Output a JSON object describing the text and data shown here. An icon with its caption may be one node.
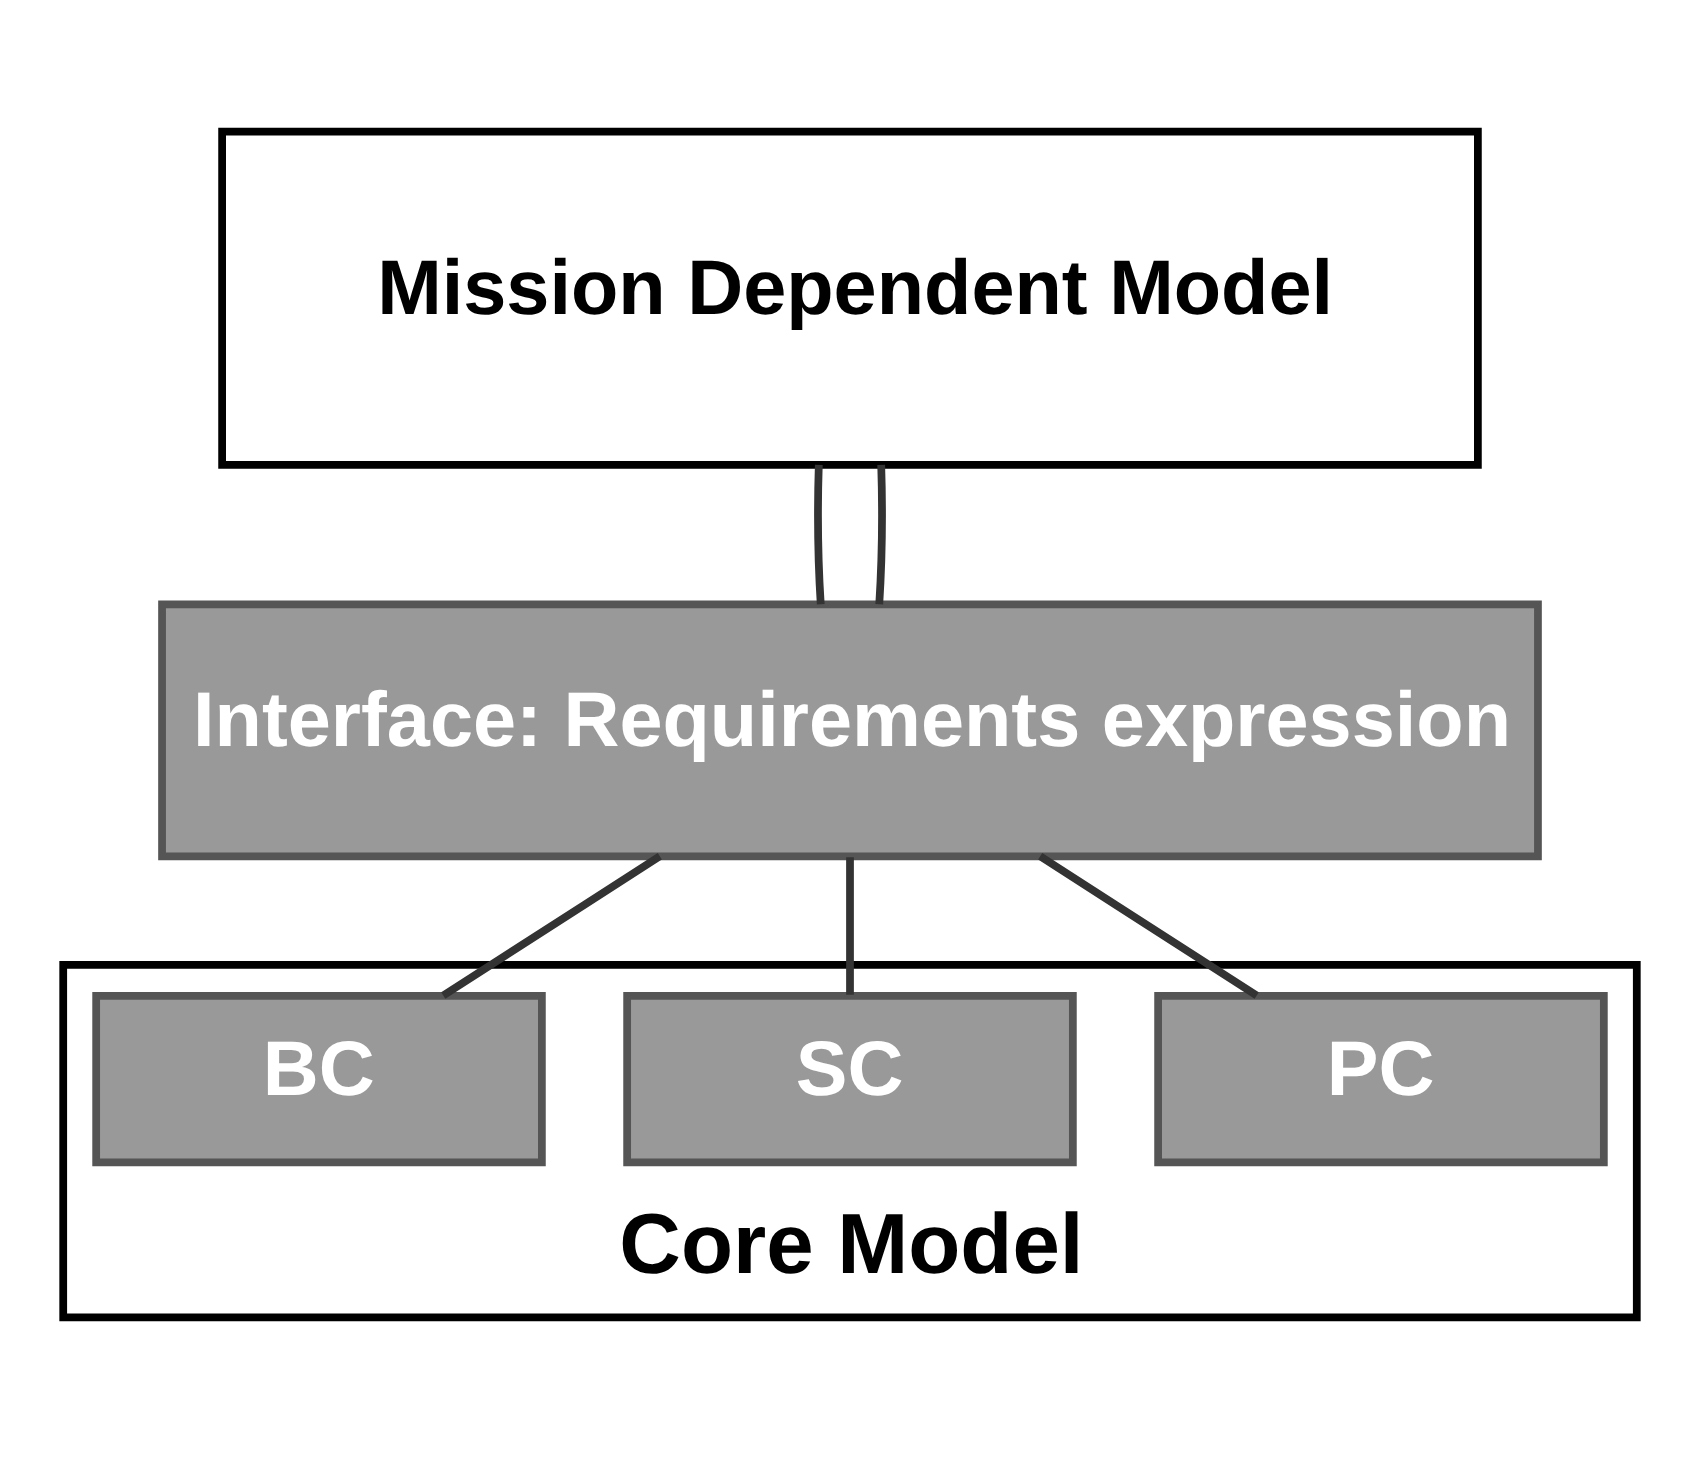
{
  "diagram": {
    "nodes": [
      {
        "text": [
          "Mission Dependent Model"
        ]
      },
      {
        "text": [
          "Interface: Requirements expression"
        ]
      },
      {
        "text": [
          "Core Model"
        ]
      },
      {
        "text": [
          "PC"
        ],
        "in": 2
      },
      {
        "text": [
          "SC"
        ],
        "in": 2
      },
      {
        "text": [
          "BC"
        ],
        "in": 2
      }
    ],
    "edges": [
      {
        "from": 0,
        "to": 1,
        "arrow": "none"
      },
      {
        "from": 0,
        "to": 1,
        "arrow": "none"
      },
      {
        "from": 1,
        "to": 3,
        "arrow": "none"
      },
      {
        "from": 1,
        "to": 4,
        "arrow": "none"
      },
      {
        "from": 1,
        "to": 5,
        "arrow": "none"
      }
    ]
  }
}
